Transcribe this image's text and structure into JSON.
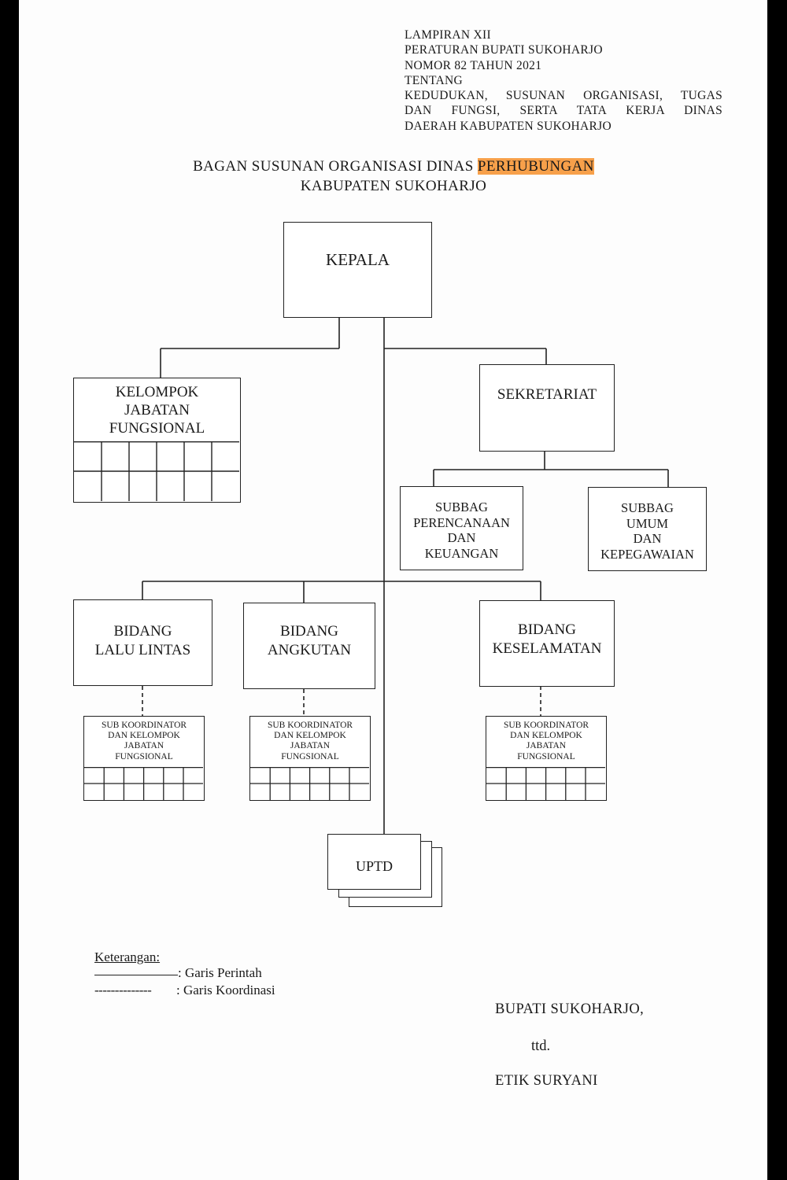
{
  "header": {
    "line1": "LAMPIRAN XII",
    "line2": "PERATURAN BUPATI SUKOHARJO",
    "line3": "NOMOR 82 TAHUN 2021",
    "line4": "TENTANG",
    "line5": "KEDUDUKAN, SUSUNAN ORGANISASI, TUGAS",
    "line6": "DAN FUNGSI, SERTA TATA KERJA DINAS",
    "line7": "DAERAH KABUPATEN SUKOHARJO"
  },
  "title": {
    "line1_prefix": "BAGAN SUSUNAN ORGANISASI DINAS ",
    "line1_highlight": "PERHUBUNGAN",
    "line2": "KABUPATEN SUKOHARJO",
    "highlight_color": "#f7a04a"
  },
  "org": {
    "kepala": "KEPALA",
    "kelompok": [
      "KELOMPOK",
      "JABATAN",
      "FUNGSIONAL"
    ],
    "sekretariat": "SEKRETARIAT",
    "subbag_perencanaan": [
      "SUBBAG",
      "PERENCANAAN",
      "DAN",
      "KEUANGAN"
    ],
    "subbag_umum": [
      "SUBBAG",
      "UMUM",
      "DAN",
      "KEPEGAWAIAN"
    ],
    "bidang_lalu_lintas": [
      "BIDANG",
      "LALU LINTAS"
    ],
    "bidang_angkutan": [
      "BIDANG",
      "ANGKUTAN"
    ],
    "bidang_keselamatan": [
      "BIDANG",
      "KESELAMATAN"
    ],
    "sub_koordinator": [
      "SUB KOORDINATOR",
      "DAN KELOMPOK",
      "JABATAN",
      "FUNGSIONAL"
    ],
    "uptd": "UPTD"
  },
  "legend": {
    "heading": "Keterangan:",
    "solid_label": ": Garis Perintah",
    "dashed_label": ": Garis Koordinasi",
    "dashed_text": "--------------"
  },
  "signature": {
    "title": "BUPATI SUKOHARJO,",
    "ttd": "ttd.",
    "name": "ETIK SURYANI"
  }
}
